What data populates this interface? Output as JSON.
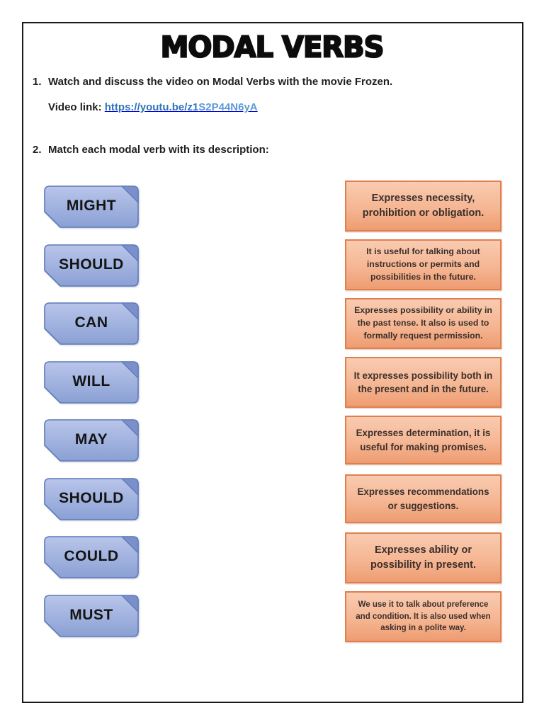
{
  "page": {
    "title": "MODAL VERBS"
  },
  "instructions": [
    {
      "number": "1.",
      "text": "Watch and discuss the video on Modal Verbs with the movie Frozen."
    },
    {
      "number": "2.",
      "text": "Match each modal verb with its description:"
    }
  ],
  "video": {
    "label": "Video link:",
    "url_dark_part": "https://youtu.be/z1",
    "url_light_part": "S2P44N6yA",
    "href": "https://youtu.be/z1S2P44N6yA"
  },
  "match": {
    "verbs": [
      "MIGHT",
      "SHOULD",
      "CAN",
      "WILL",
      "MAY",
      "SHOULD",
      "COULD",
      "MUST"
    ],
    "descriptions": [
      "Expresses necessity, prohibition or obligation.",
      "It is useful for talking about instructions or permits and possibilities in the future.",
      "Expresses possibility or ability in the past tense. It also is used to formally request permission.",
      "It expresses possibility both in the present and in the future.",
      "Expresses determination, it is useful for making promises.",
      "Expresses recommendations or suggestions.",
      "Expresses ability or possibility in present.",
      "We use it to talk about preference and condition. It is also used when asking in a polite way."
    ]
  },
  "colors": {
    "verb_fill_top": "#b6c2e9",
    "verb_fill_bottom": "#8aa0d4",
    "verb_fold_dark": "#7b90ca",
    "verb_border": "#5f7ab8",
    "desc_fill_top": "#f9cbb1",
    "desc_fill_bottom": "#ee9c71",
    "desc_border": "#e07e4e",
    "link_dark": "#2e75b6",
    "link_light": "#5b9bd5",
    "page_border": "#191919"
  }
}
